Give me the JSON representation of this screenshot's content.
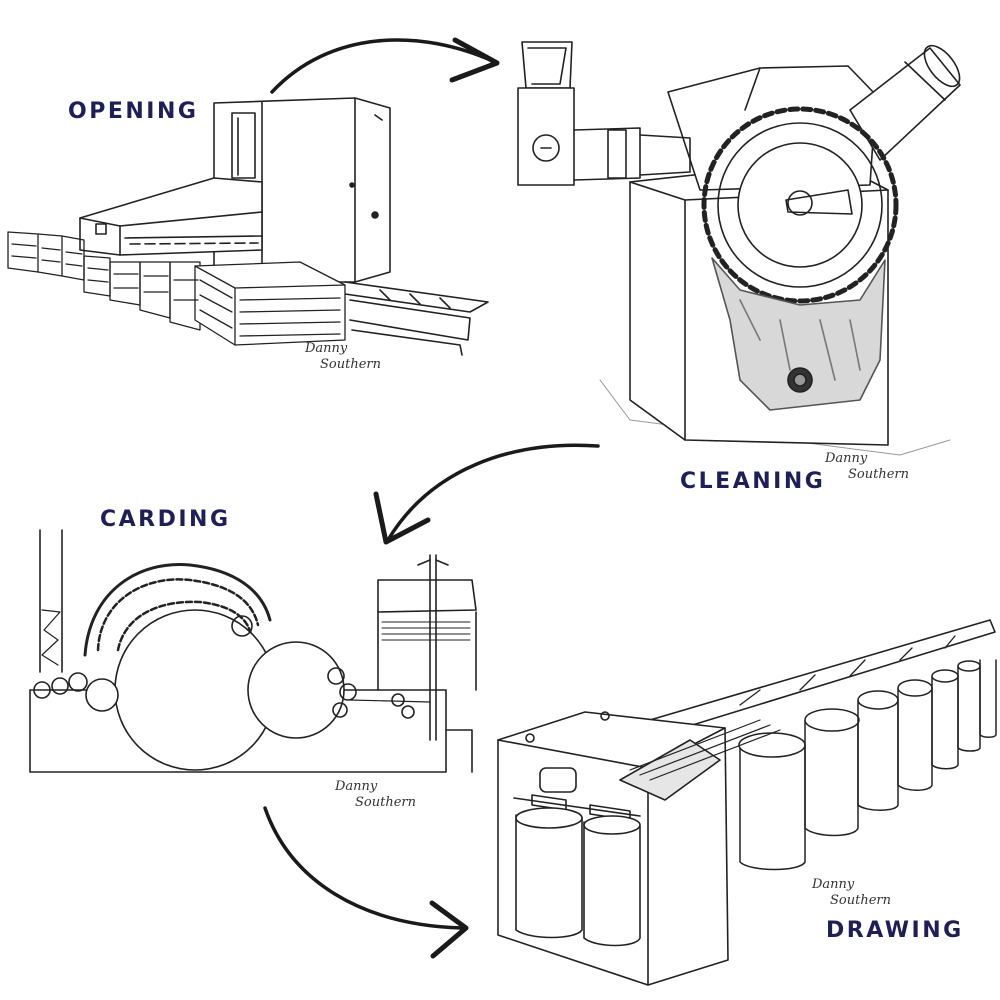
{
  "stages": [
    {
      "id": "opening",
      "label": "OPENING",
      "signature": [
        "Danny",
        "Southern"
      ]
    },
    {
      "id": "cleaning",
      "label": "CLEANING",
      "signature": [
        "Danny",
        "Southern"
      ]
    },
    {
      "id": "carding",
      "label": "CARDING",
      "signature": [
        "Danny",
        "Southern"
      ]
    },
    {
      "id": "drawing",
      "label": "DRAWING",
      "signature": [
        "Danny",
        "Southern"
      ]
    }
  ],
  "colors": {
    "label": "#1e1e5a",
    "ink": "#222222",
    "arrow": "#1a1a1a"
  },
  "flow": [
    "opening",
    "cleaning",
    "carding",
    "drawing"
  ]
}
